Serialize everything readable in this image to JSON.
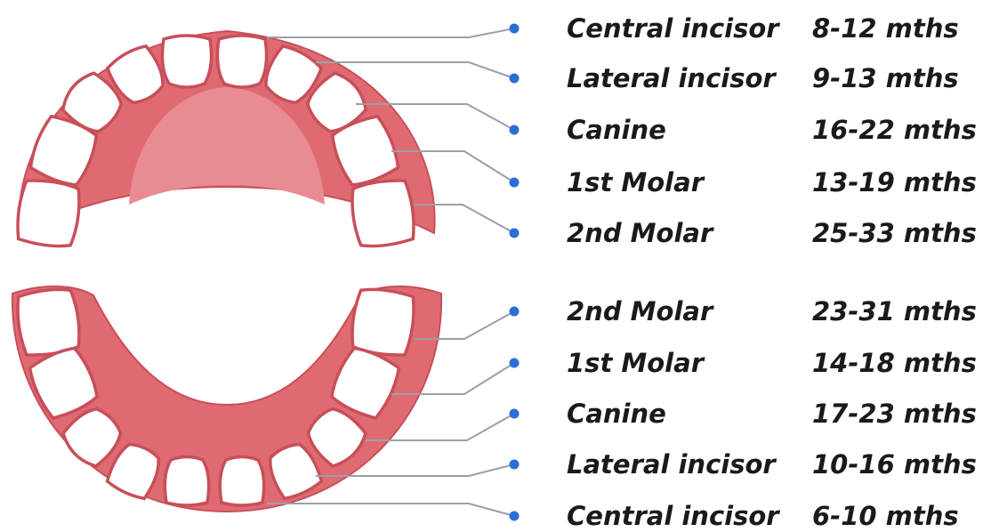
{
  "upper_jaw": {
    "teeth": [
      {
        "name": "Central incisor",
        "age": "8-12 mths"
      },
      {
        "name": "Lateral incisor",
        "age": "9-13 mths"
      },
      {
        "name": "Canine",
        "age": "16-22 mths"
      },
      {
        "name": "1st Molar",
        "age": "13-19 mths"
      },
      {
        "name": "2nd Molar",
        "age": "25-33 mths"
      }
    ]
  },
  "lower_jaw": {
    "teeth": [
      {
        "name": "2nd Molar",
        "age": "23-31 mths"
      },
      {
        "name": "1st Molar",
        "age": "14-18 mths"
      },
      {
        "name": "Canine",
        "age": "17-23 mths"
      },
      {
        "name": "Lateral incisor",
        "age": "10-16 mths"
      },
      {
        "name": "Central incisor",
        "age": "6-10 mths"
      }
    ]
  },
  "colors": {
    "gum": "#df6a72",
    "gum_outline": "#c84f59",
    "palate": "#e98b92",
    "tooth": "#ffffff",
    "leader_line": "#9aa0a6",
    "marker_dot": "#2b6fd6",
    "text": "#1a1a1a"
  }
}
